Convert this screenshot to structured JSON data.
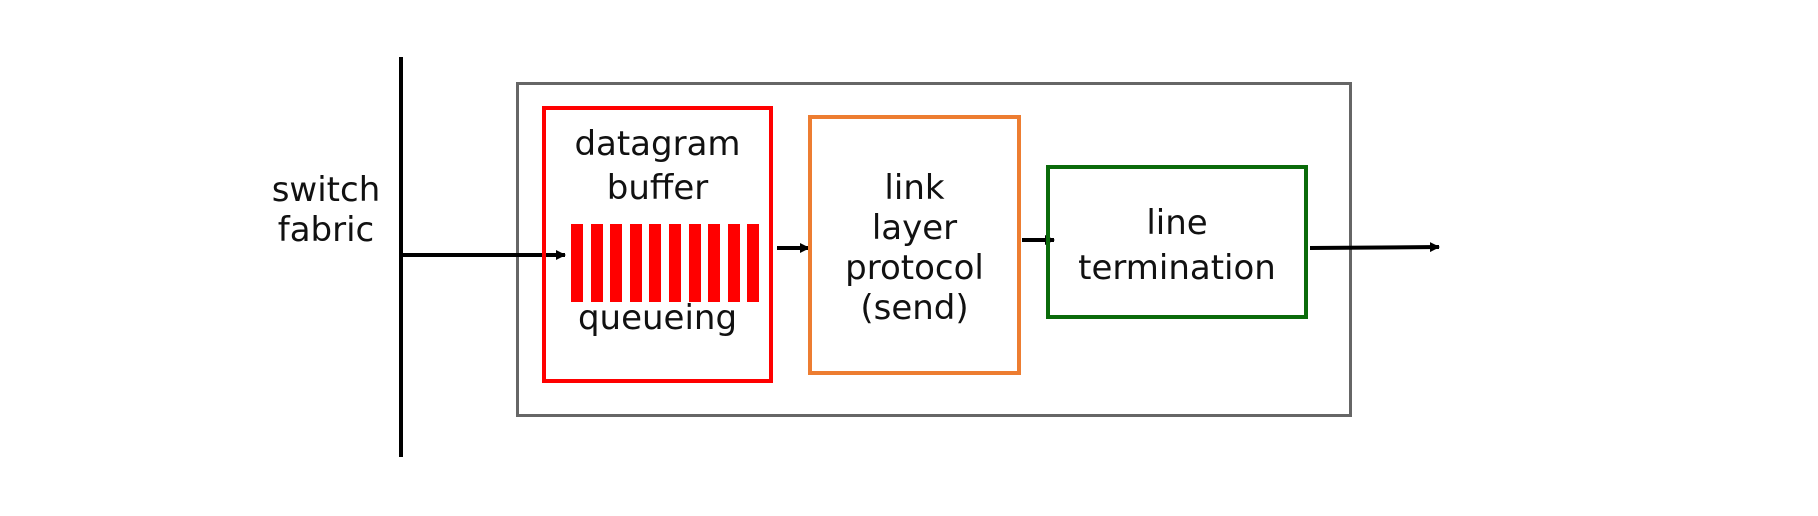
{
  "switch_fabric": {
    "line1": "switch",
    "line2": "fabric"
  },
  "buffer": {
    "title_line1": "datagram",
    "title_line2": "buffer",
    "queue_label": "queueing",
    "slot_count": 10,
    "border_color": "#ff0000"
  },
  "link_layer": {
    "line1": "link",
    "line2": "layer",
    "line3": "protocol",
    "line4": "(send)",
    "border_color": "#ed7d31"
  },
  "line_term": {
    "line1": "line",
    "line2": "termination",
    "border_color": "#0a6b0a"
  },
  "outer_box": {
    "border_color": "#666666"
  }
}
